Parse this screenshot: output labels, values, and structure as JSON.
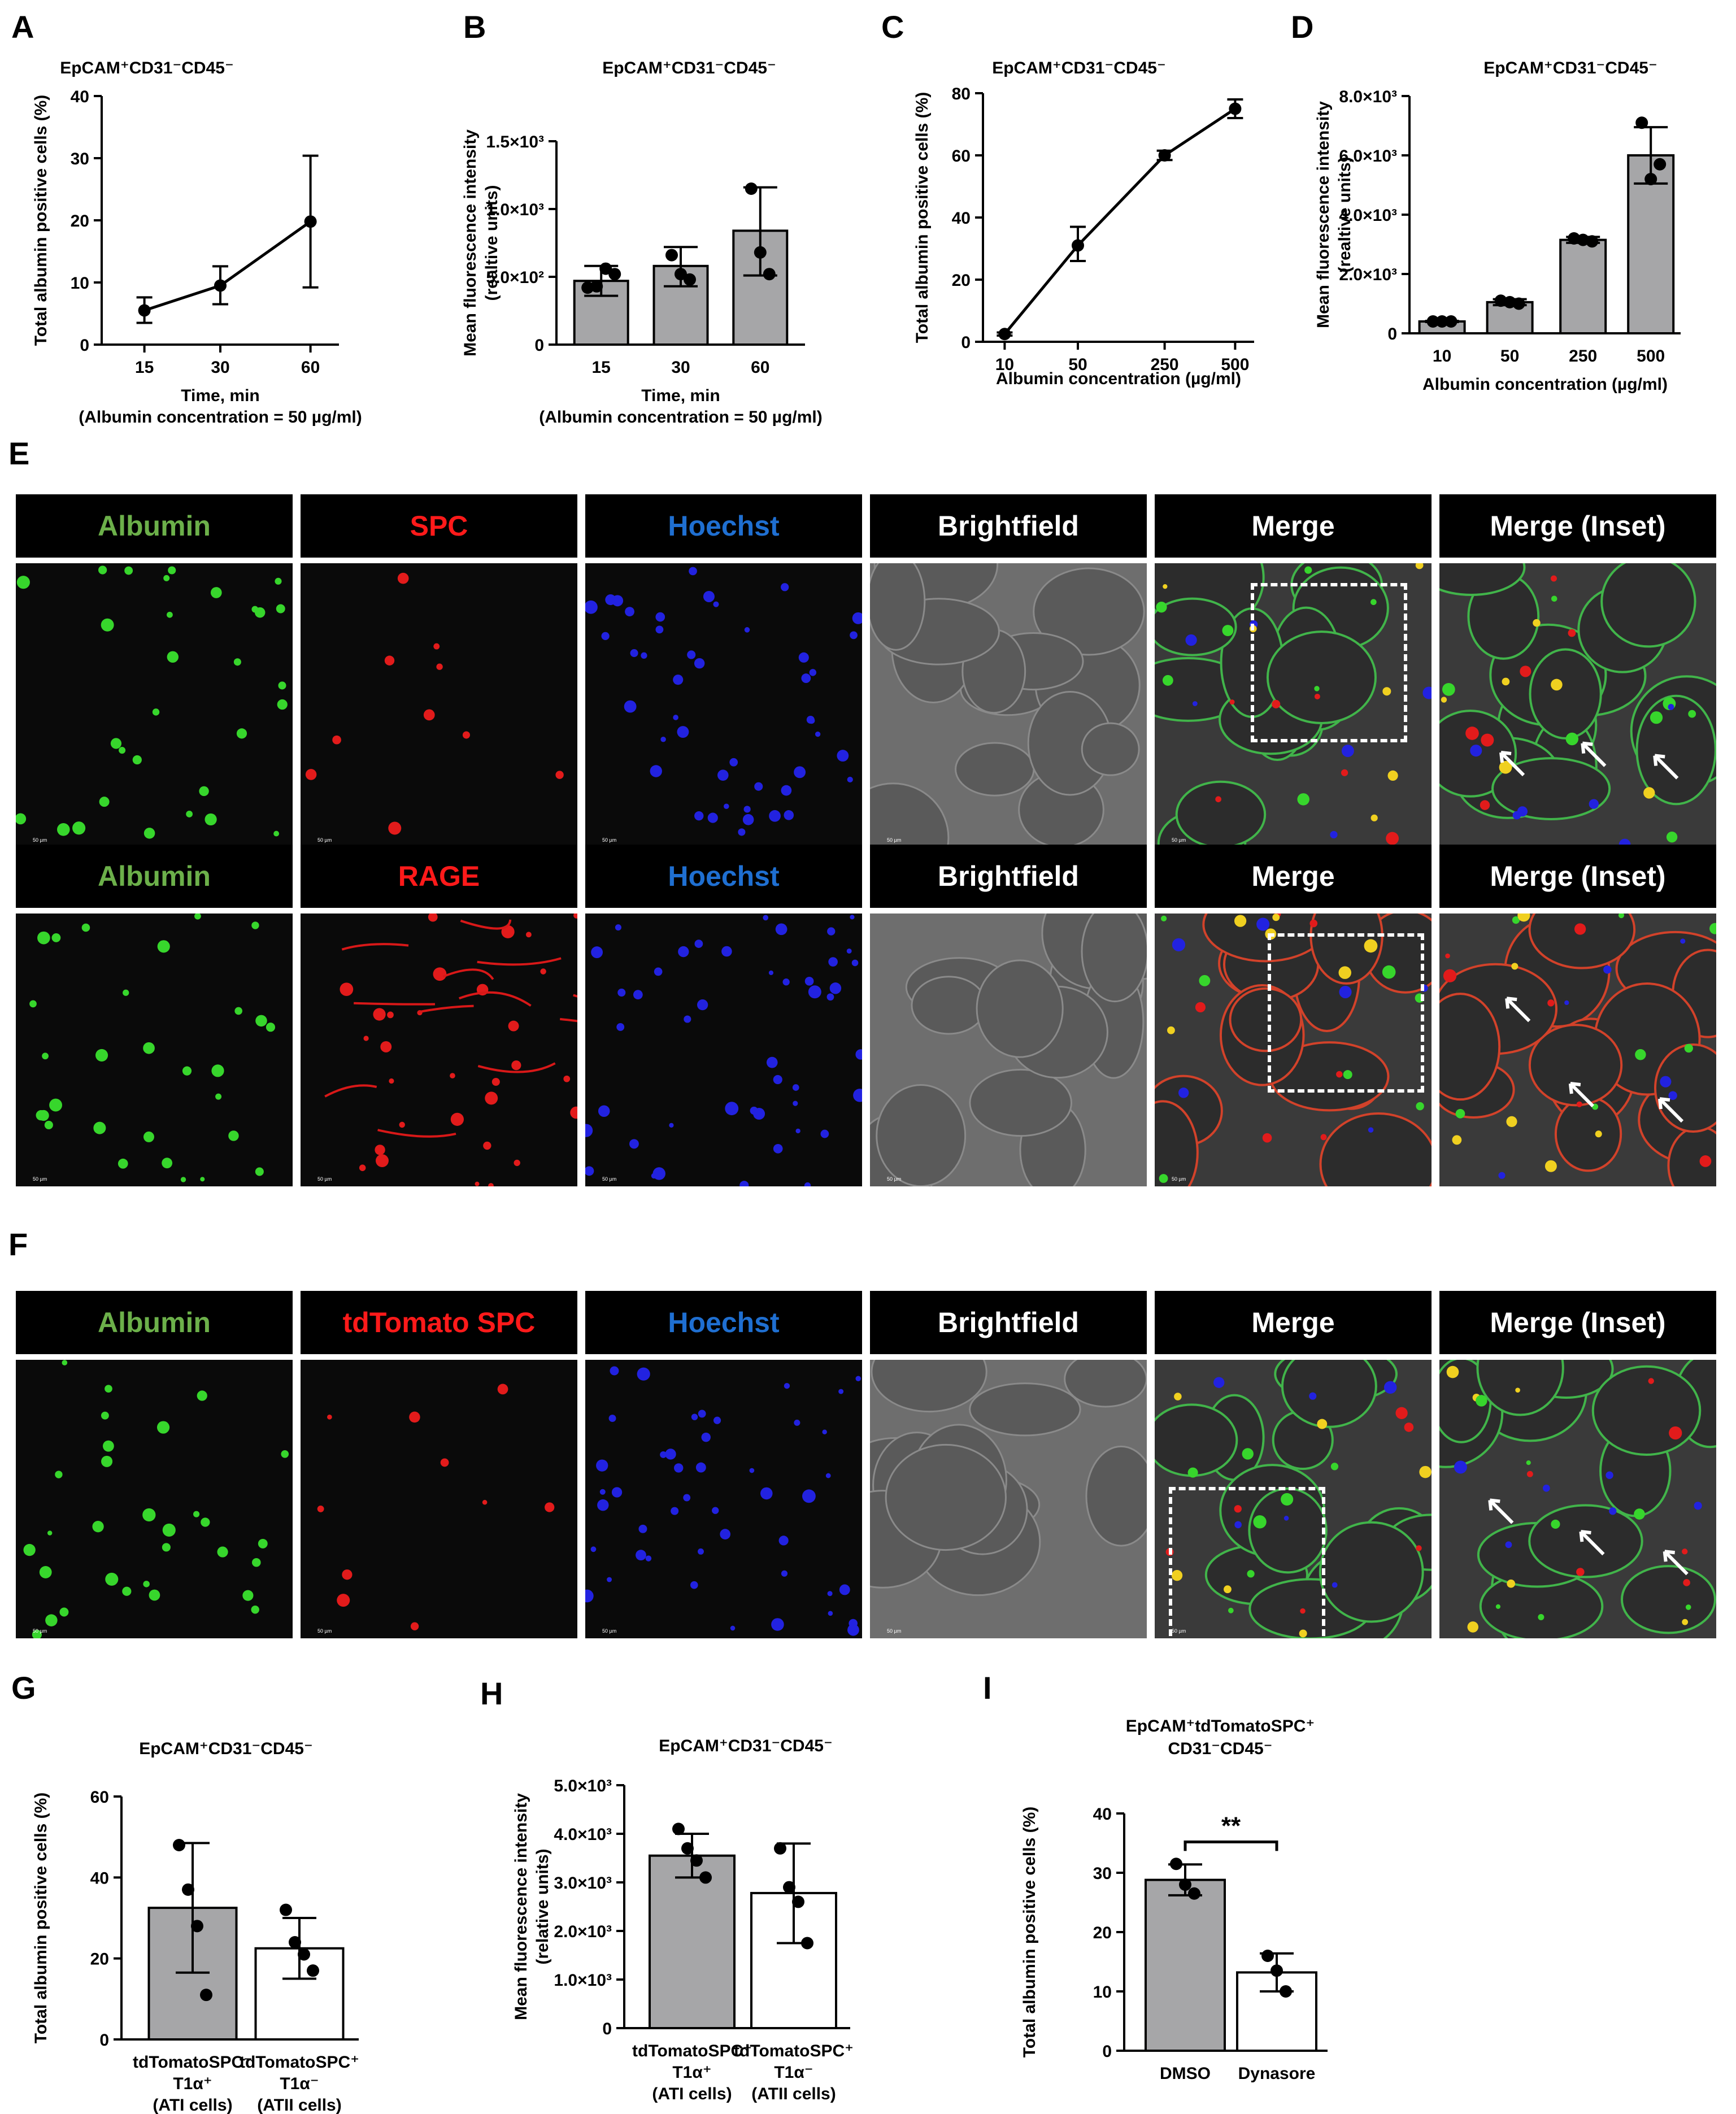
{
  "panel_labels": [
    "A",
    "B",
    "C",
    "D",
    "E",
    "F",
    "G",
    "H",
    "I"
  ],
  "colors": {
    "bar_gray": "#a6a6a8",
    "bar_white": "#ffffff",
    "albumin_green": "#6cb04a",
    "spc_red": "#ff1a1a",
    "hoechst_blue": "#1f6fd1",
    "header_bg": "#000000"
  },
  "chart_data": [
    {
      "id": "A",
      "type": "line",
      "title": "EpCAM⁺CD31⁻CD45⁻",
      "ylabel": "Total albumin positive cells (%)",
      "xlabel": "Time, min",
      "xlabel2": "(Albumin concentration = 50 µg/ml)",
      "categories": [
        "15",
        "30",
        "60"
      ],
      "values": [
        5.5,
        9.5,
        19.8
      ],
      "errors_low": [
        3.5,
        6.5,
        9.2
      ],
      "errors_high": [
        7.6,
        12.6,
        30.4
      ],
      "ylim": [
        0,
        40
      ],
      "yticks": [
        "0",
        "10",
        "20",
        "30",
        "40"
      ]
    },
    {
      "id": "B",
      "type": "bar",
      "title": "EpCAM⁺CD31⁻CD45⁻",
      "ylabel": "Mean fluorescence intensity",
      "ylabel2": "(realtive units)",
      "xlabel": "Time, min",
      "xlabel2": "(Albumin concentration = 50 µg/ml)",
      "categories": [
        "15",
        "30",
        "60"
      ],
      "values": [
        470,
        580,
        840
      ],
      "errors_low": [
        360,
        430,
        510
      ],
      "errors_high": [
        580,
        720,
        1160
      ],
      "points": [
        [
          420,
          430,
          560,
          520
        ],
        [
          660,
          520,
          480
        ],
        [
          1150,
          680,
          520
        ]
      ],
      "ylim": [
        0,
        1500
      ],
      "yticks": [
        "0",
        "5.0×10²",
        "1.0×10³",
        "1.5×10³"
      ]
    },
    {
      "id": "C",
      "type": "line",
      "title": "EpCAM⁺CD31⁻CD45⁻",
      "ylabel": "Total albumin positive cells (%)",
      "xlabel": "Albumin concentration (µg/ml)",
      "categories": [
        "10",
        "50",
        "250",
        "500"
      ],
      "values": [
        2.5,
        31.0,
        60.0,
        75.0
      ],
      "errors_low": [
        2.0,
        26.0,
        58.5,
        72.0
      ],
      "errors_high": [
        3.0,
        37.0,
        61.5,
        78.0
      ],
      "ylim": [
        0,
        80
      ],
      "yticks": [
        "0",
        "20",
        "40",
        "60",
        "80"
      ]
    },
    {
      "id": "D",
      "type": "bar",
      "title": "EpCAM⁺CD31⁻CD45⁻",
      "ylabel": "Mean fluorescence intensity",
      "ylabel2": "(realtive units)",
      "xlabel": "Albumin concentration (µg/ml)",
      "categories": [
        "10",
        "50",
        "250",
        "500"
      ],
      "values": [
        400,
        1050,
        3150,
        6000
      ],
      "errors_low": [
        380,
        950,
        3050,
        5050
      ],
      "errors_high": [
        420,
        1150,
        3250,
        6950
      ],
      "points": [
        [
          400,
          400,
          400
        ],
        [
          1100,
          1050,
          1000
        ],
        [
          3200,
          3150,
          3100
        ],
        [
          7100,
          5200,
          5700
        ]
      ],
      "ylim": [
        0,
        8000
      ],
      "yticks": [
        "0",
        "2.0×10³",
        "4.0×10³",
        "6.0×10³",
        "8.0×10³"
      ]
    },
    {
      "id": "G",
      "type": "bar",
      "title": "EpCAM⁺CD31⁻CD45⁻",
      "ylabel": "Total albumin positive cells (%)",
      "categories": [
        "tdTomatoSPC⁻",
        "tdTomatoSPC⁺"
      ],
      "categories2": [
        "T1α⁺",
        "T1α⁻"
      ],
      "categories3": [
        "(ATI cells)",
        "(ATII cells)"
      ],
      "values": [
        32.5,
        22.5
      ],
      "errors_low": [
        16.5,
        15.0
      ],
      "errors_high": [
        48.5,
        30.0
      ],
      "points": [
        [
          48.0,
          37.0,
          28.0,
          11.0
        ],
        [
          32.0,
          24.0,
          21.0,
          17.0
        ]
      ],
      "bar_fill": [
        "gray",
        "white"
      ],
      "ylim": [
        0,
        60
      ],
      "yticks": [
        "0",
        "20",
        "40",
        "60"
      ]
    },
    {
      "id": "H",
      "type": "bar",
      "title": "EpCAM⁺CD31⁻CD45⁻",
      "ylabel": "Mean fluorescence intensity",
      "ylabel2": "(relative units)",
      "categories": [
        "tdTomatoSPC⁻",
        "tdTomatoSPC⁺"
      ],
      "categories2": [
        "T1α⁺",
        "T1α⁻"
      ],
      "categories3": [
        "(ATI cells)",
        "(ATII cells)"
      ],
      "values": [
        3550,
        2780
      ],
      "errors_low": [
        3100,
        1750
      ],
      "errors_high": [
        4000,
        3800
      ],
      "points": [
        [
          4100,
          3700,
          3450,
          3100
        ],
        [
          3700,
          2900,
          2600,
          1750
        ]
      ],
      "bar_fill": [
        "gray",
        "white"
      ],
      "ylim": [
        0,
        5000
      ],
      "yticks": [
        "0",
        "1.0×10³",
        "2.0×10³",
        "3.0×10³",
        "4.0×10³",
        "5.0×10³"
      ]
    },
    {
      "id": "I",
      "type": "bar",
      "title": "EpCAM⁺tdTomatoSPC⁺",
      "title2": "CD31⁻CD45⁻",
      "ylabel": "Total albumin positive cells (%)",
      "categories": [
        "DMSO",
        "Dynasore"
      ],
      "values": [
        28.8,
        13.2
      ],
      "errors_low": [
        26.2,
        10.0
      ],
      "errors_high": [
        31.4,
        16.4
      ],
      "points": [
        [
          31.5,
          28.0,
          26.5
        ],
        [
          16.0,
          13.5,
          10.0
        ]
      ],
      "bar_fill": [
        "gray",
        "white"
      ],
      "significance": "**",
      "ylim": [
        0,
        40
      ],
      "yticks": [
        "0",
        "10",
        "20",
        "30",
        "40"
      ]
    }
  ],
  "microscopy": {
    "row1": {
      "headers": [
        "Albumin",
        "SPC",
        "Hoechst",
        "Brightfield",
        "Merge",
        "Merge (Inset)"
      ]
    },
    "row2": {
      "headers": [
        "Albumin",
        "RAGE",
        "Hoechst",
        "Brightfield",
        "Merge",
        "Merge (Inset)"
      ]
    },
    "row3": {
      "headers": [
        "Albumin",
        "tdTomato SPC",
        "Hoechst",
        "Brightfield",
        "Merge",
        "Merge (Inset)"
      ]
    },
    "scalebar": "50 µm"
  }
}
